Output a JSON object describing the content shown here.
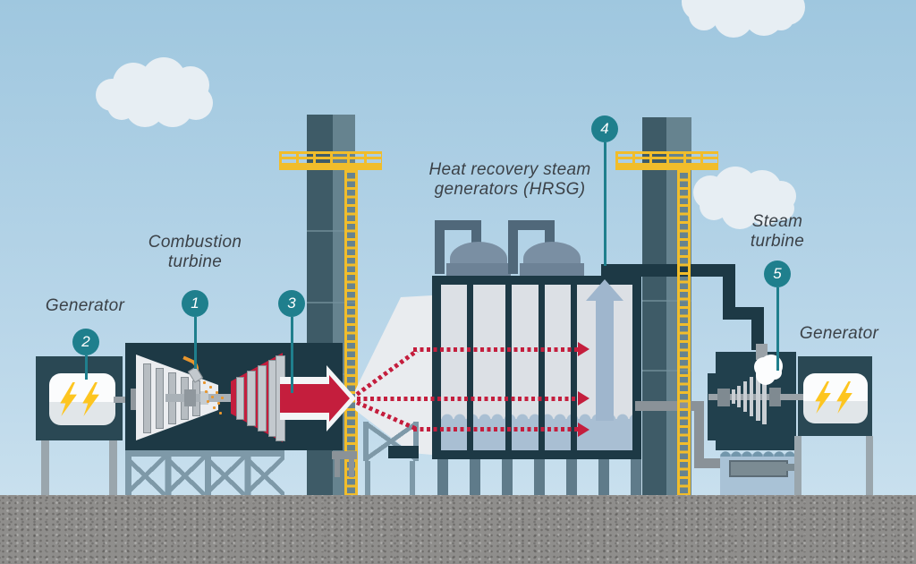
{
  "diagram": {
    "type": "combined-cycle-power-plant",
    "labels": {
      "generator_left": "Generator",
      "combustion_turbine_line1": "Combustion",
      "combustion_turbine_line2": "turbine",
      "hrsg_line1": "Heat recovery steam",
      "hrsg_line2": "generators (HRSG)",
      "steam_turbine_line1": "Steam",
      "steam_turbine_line2": "turbine",
      "generator_right": "Generator"
    },
    "callouts": {
      "c1": "1",
      "c2": "2",
      "c3": "3",
      "c4": "4",
      "c5": "5"
    },
    "colors": {
      "sky": "#a5cbe1",
      "ground": "#8f8e8c",
      "accent_teal": "#1f7f8d",
      "navy": "#1d3945",
      "flame_red": "#c41e3d",
      "safety_yellow": "#f1bd2b",
      "lightning_yellow": "#fdc520",
      "steel_blue": "#7e99a8",
      "water_blue": "#a9c0d4"
    }
  }
}
